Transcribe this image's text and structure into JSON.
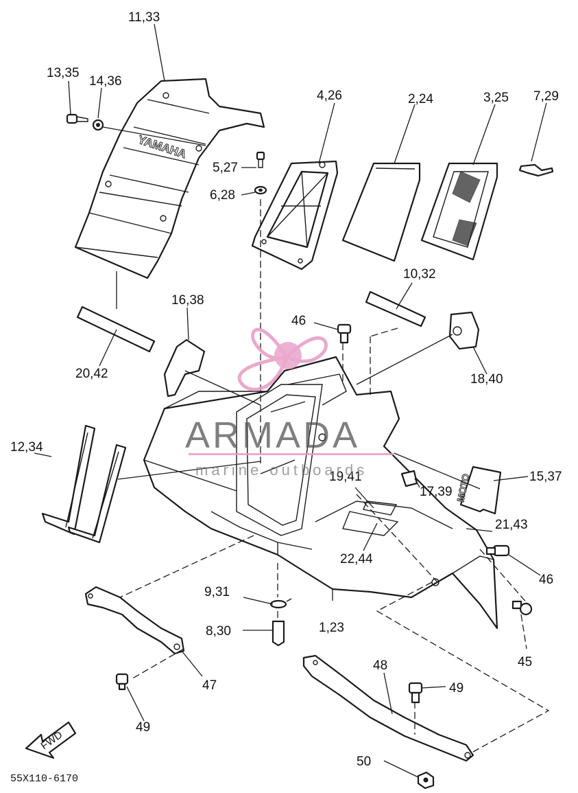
{
  "callouts": {
    "c11_33": "11,33",
    "c13_35": "13,35",
    "c14_36": "14,36",
    "c4_26": "4,26",
    "c2_24": "2,24",
    "c3_25": "3,25",
    "c7_29": "7,29",
    "c5_27": "5,27",
    "c6_28": "6,28",
    "c16_38": "16,38",
    "c10_32": "10,32",
    "c46a": "46",
    "c18_40": "18,40",
    "c20_42": "20,42",
    "c12_34": "12,34",
    "c19_41": "19,41",
    "c17_39": "17,39",
    "c15_37": "15,37",
    "c21_43": "21,43",
    "c22_44": "22,44",
    "c46b": "46",
    "c9_31": "9,31",
    "c8_30": "8,30",
    "c1_23": "1,23",
    "c45": "45",
    "c47": "47",
    "c48": "48",
    "c49a": "49",
    "c49b": "49",
    "c50": "50"
  },
  "part_code": "55X110-6170",
  "fwd_mark": "FWD",
  "emboss": {
    "yamaha": "YAMAHA",
    "moto": "MOTO"
  },
  "watermark": {
    "brand": "ARMADA",
    "tagline": "marine outboards",
    "accent_color": "#e79bc4"
  }
}
